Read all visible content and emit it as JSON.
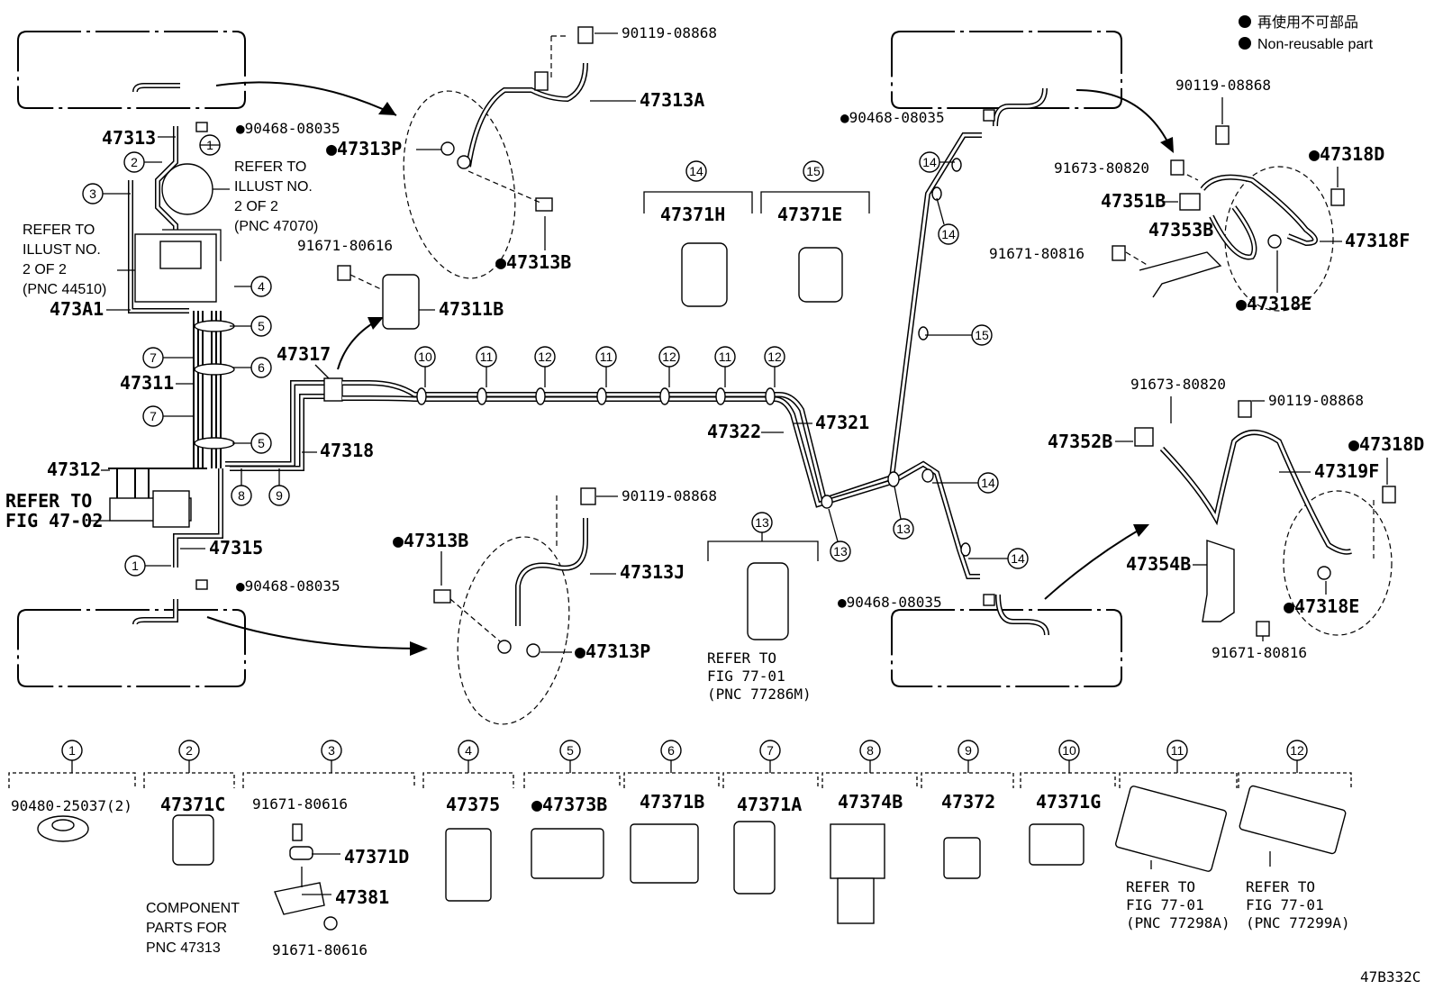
{
  "legend": {
    "line_jp": "再使用不可部品",
    "line_en": "Non-reusable part"
  },
  "diagram_code": "47B332C",
  "callouts_main": {
    "p90119_top": "90119-08868",
    "p47313A": "47313A",
    "p47313P_top": "●47313P",
    "p47313B_top": "●47313B",
    "p90468_tl": "●90468-08035",
    "p47313": "47313",
    "refer_illust_right": [
      "REFER TO",
      "ILLUST NO.",
      "2 OF 2",
      "(PNC 47070)"
    ],
    "refer_illust_left": [
      "REFER TO",
      "ILLUST NO.",
      "2 OF 2",
      "(PNC 44510)"
    ],
    "p473A1": "473A1",
    "p91671_80616": "91671-80616",
    "p47311B": "47311B",
    "p47317": "47317",
    "p47311": "47311",
    "p47318": "47318",
    "p47312": "47312",
    "refer_fig_4702": [
      "REFER TO",
      "FIG 47-02"
    ],
    "p47315": "47315",
    "p90468_bl": "●90468-08035",
    "p47313B_bot": "●47313B",
    "p90119_bot": "90119-08868",
    "p47313J": "47313J",
    "p47313P_bot": "●47313P",
    "p47322": "47322",
    "p47321": "47321",
    "refer_fig_7701_mid": [
      "REFER TO",
      "FIG 77-01",
      "(PNC 77286M)"
    ],
    "p90468_tr": "●90468-08035",
    "p90468_br": "●90468-08035",
    "p47371H": "47371H",
    "p47371E": "47371E",
    "p90119_tr": "90119-08868",
    "p91673_tr": "91673-80820",
    "p47318D_tr": "●47318D",
    "p47351B": "47351B",
    "p47353B": "47353B",
    "p91671_80816_tr": "91671-80816",
    "p47318F": "47318F",
    "p47318E_tr": "●47318E",
    "p91673_br": "91673-80820",
    "p90119_br": "90119-08868",
    "p47352B": "47352B",
    "p47318D_br": "●47318D",
    "p47319F": "47319F",
    "p47354B": "47354B",
    "p47318E_br": "●47318E",
    "p91671_80816_br": "91671-80816"
  },
  "circle_numbers": [
    "1",
    "2",
    "3",
    "4",
    "5",
    "6",
    "7",
    "8",
    "9",
    "10",
    "11",
    "12",
    "13",
    "14",
    "15"
  ],
  "bottom_parts": [
    {
      "num": "1",
      "label": "90480-25037(2)"
    },
    {
      "num": "2",
      "label": "47371C"
    },
    {
      "num": "3",
      "label": "91671-80616"
    },
    {
      "num": "4",
      "label": "47375"
    },
    {
      "num": "5",
      "label": "●47373B"
    },
    {
      "num": "6",
      "label": "47371B"
    },
    {
      "num": "7",
      "label": "47371A"
    },
    {
      "num": "8",
      "label": "47374B"
    },
    {
      "num": "9",
      "label": "47372"
    },
    {
      "num": "10",
      "label": "47371G"
    },
    {
      "num": "11",
      "label": ""
    },
    {
      "num": "12",
      "label": ""
    }
  ],
  "bottom_notes": {
    "component_parts": [
      "COMPONENT",
      "PARTS FOR",
      "PNC 47313"
    ],
    "p47371D": "47371D",
    "p47381": "47381",
    "p91671_80616_b": "91671-80616",
    "refer_77298A": [
      "REFER TO",
      "FIG 77-01",
      "(PNC 77298A)"
    ],
    "refer_77299A": [
      "REFER TO",
      "FIG 77-01",
      "(PNC 77299A)"
    ]
  }
}
